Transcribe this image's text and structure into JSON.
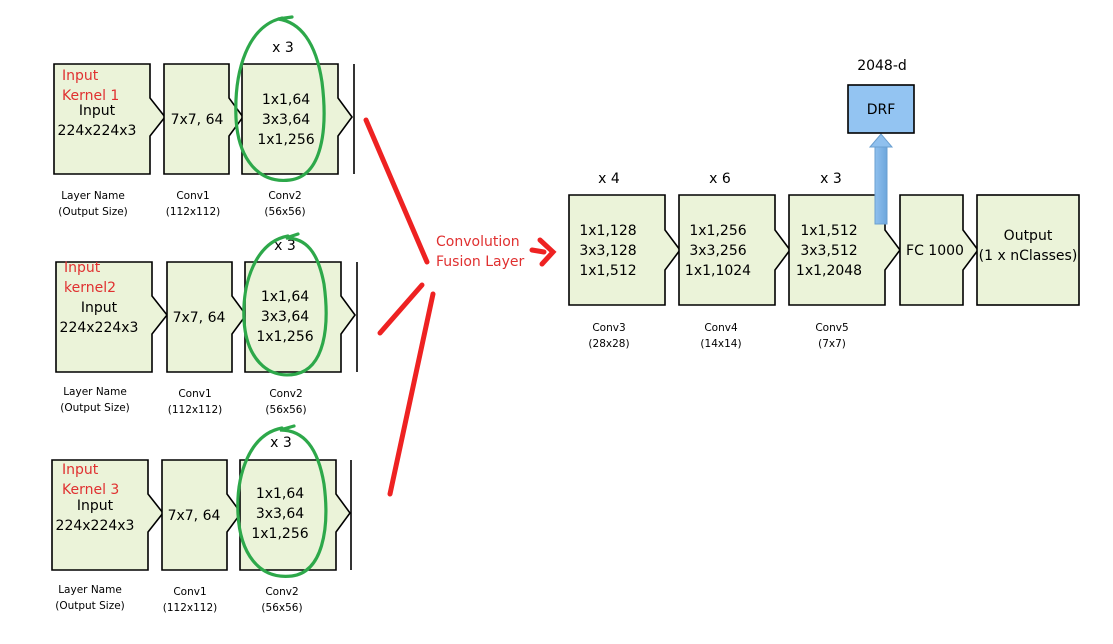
{
  "branches": [
    {
      "input_label": [
        "Input",
        "Kernel 1"
      ],
      "input_block": [
        "Input",
        "224x224x3"
      ],
      "conv1_block": "7x7, 64",
      "conv2_block": [
        "1x1,64",
        "3x3,64",
        "1x1,256"
      ],
      "repeat": "x 3",
      "caption_input": [
        "Layer Name",
        "(Output Size)"
      ],
      "caption_conv1": [
        "Conv1",
        "(112x112)"
      ],
      "caption_conv2": [
        "Conv2",
        "(56x56)"
      ]
    },
    {
      "input_label": [
        "Input",
        "kernel2"
      ],
      "input_block": [
        "Input",
        "224x224x3"
      ],
      "conv1_block": "7x7, 64",
      "conv2_block": [
        "1x1,64",
        "3x3,64",
        "1x1,256"
      ],
      "repeat": "x 3",
      "caption_input": [
        "Layer Name",
        "(Output Size)"
      ],
      "caption_conv1": [
        "Conv1",
        "(112x112)"
      ],
      "caption_conv2": [
        "Conv2",
        "(56x56)"
      ]
    },
    {
      "input_label": [
        "Input",
        "Kernel 3"
      ],
      "input_block": [
        "Input",
        "224x224x3"
      ],
      "conv1_block": "7x7, 64",
      "conv2_block": [
        "1x1,64",
        "3x3,64",
        "1x1,256"
      ],
      "repeat": "x 3",
      "caption_input": [
        "Layer Name",
        "(Output Size)"
      ],
      "caption_conv1": [
        "Conv1",
        "(112x112)"
      ],
      "caption_conv2": [
        "Conv2",
        "(56x56)"
      ]
    }
  ],
  "fusion_label": [
    "Convolution",
    "Fusion Layer"
  ],
  "main": {
    "conv3": {
      "repeat": "x 4",
      "lines": [
        "1x1,128",
        "3x3,128",
        "1x1,512"
      ],
      "caption": [
        "Conv3",
        "(28x28)"
      ]
    },
    "conv4": {
      "repeat": "x 6",
      "lines": [
        "1x1,256",
        "3x3,256",
        "1x1,1024"
      ],
      "caption": [
        "Conv4",
        "(14x14)"
      ]
    },
    "conv5": {
      "repeat": "x 3",
      "lines": [
        "1x1,512",
        "3x3,512",
        "1x1,2048"
      ],
      "caption": [
        "Conv5",
        "(7x7)"
      ]
    },
    "fc": "FC 1000",
    "output": [
      "Output",
      "(1 x nClasses)"
    ],
    "drf": "DRF",
    "drf_dim": "2048-d"
  },
  "colors": {
    "block_fill": "#ebf3d9",
    "drf_fill": "#93c4f2",
    "annotation_red": "#e03030",
    "circle_green": "#2da84a"
  }
}
